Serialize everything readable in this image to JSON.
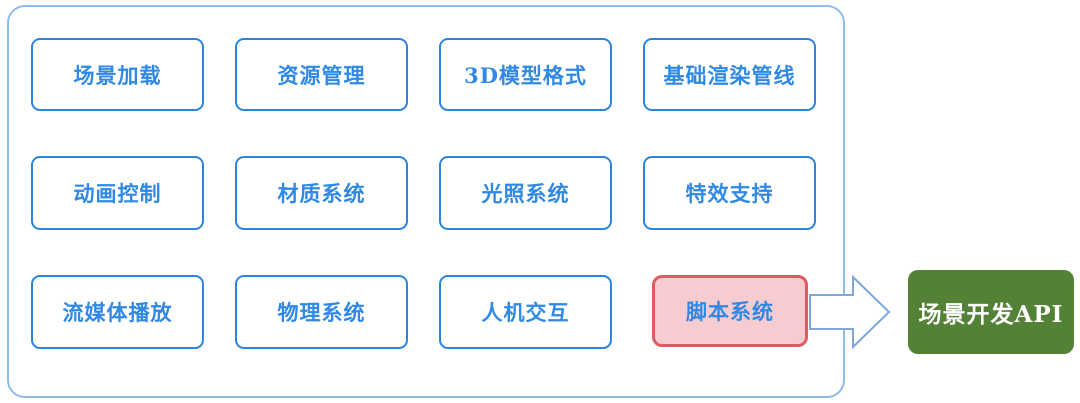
{
  "colors": {
    "container_border": "#8FBBEC",
    "module_border": "#2B84E0",
    "module_text": "#2F89E5",
    "highlight_bg": "#F6CCD1",
    "highlight_border": "#E05A62",
    "arrow_stroke": "#7EA6D9",
    "arrow_fill": "#FFFFFF",
    "output_bg": "#538135",
    "output_text": "#FFFFFF"
  },
  "icons": {
    "flow_arrow": "block-arrow-right"
  },
  "modules": [
    {
      "label": "场景加载"
    },
    {
      "label": "资源管理"
    },
    {
      "label": "3D模型格式"
    },
    {
      "label": "基础渲染管线"
    },
    {
      "label": "动画控制"
    },
    {
      "label": "材质系统"
    },
    {
      "label": "光照系统"
    },
    {
      "label": "特效支持"
    },
    {
      "label": "流媒体播放"
    },
    {
      "label": "物理系统"
    },
    {
      "label": "人机交互"
    },
    {
      "label": "脚本系统",
      "highlight": true
    }
  ],
  "output": {
    "label": "场景开发API"
  }
}
